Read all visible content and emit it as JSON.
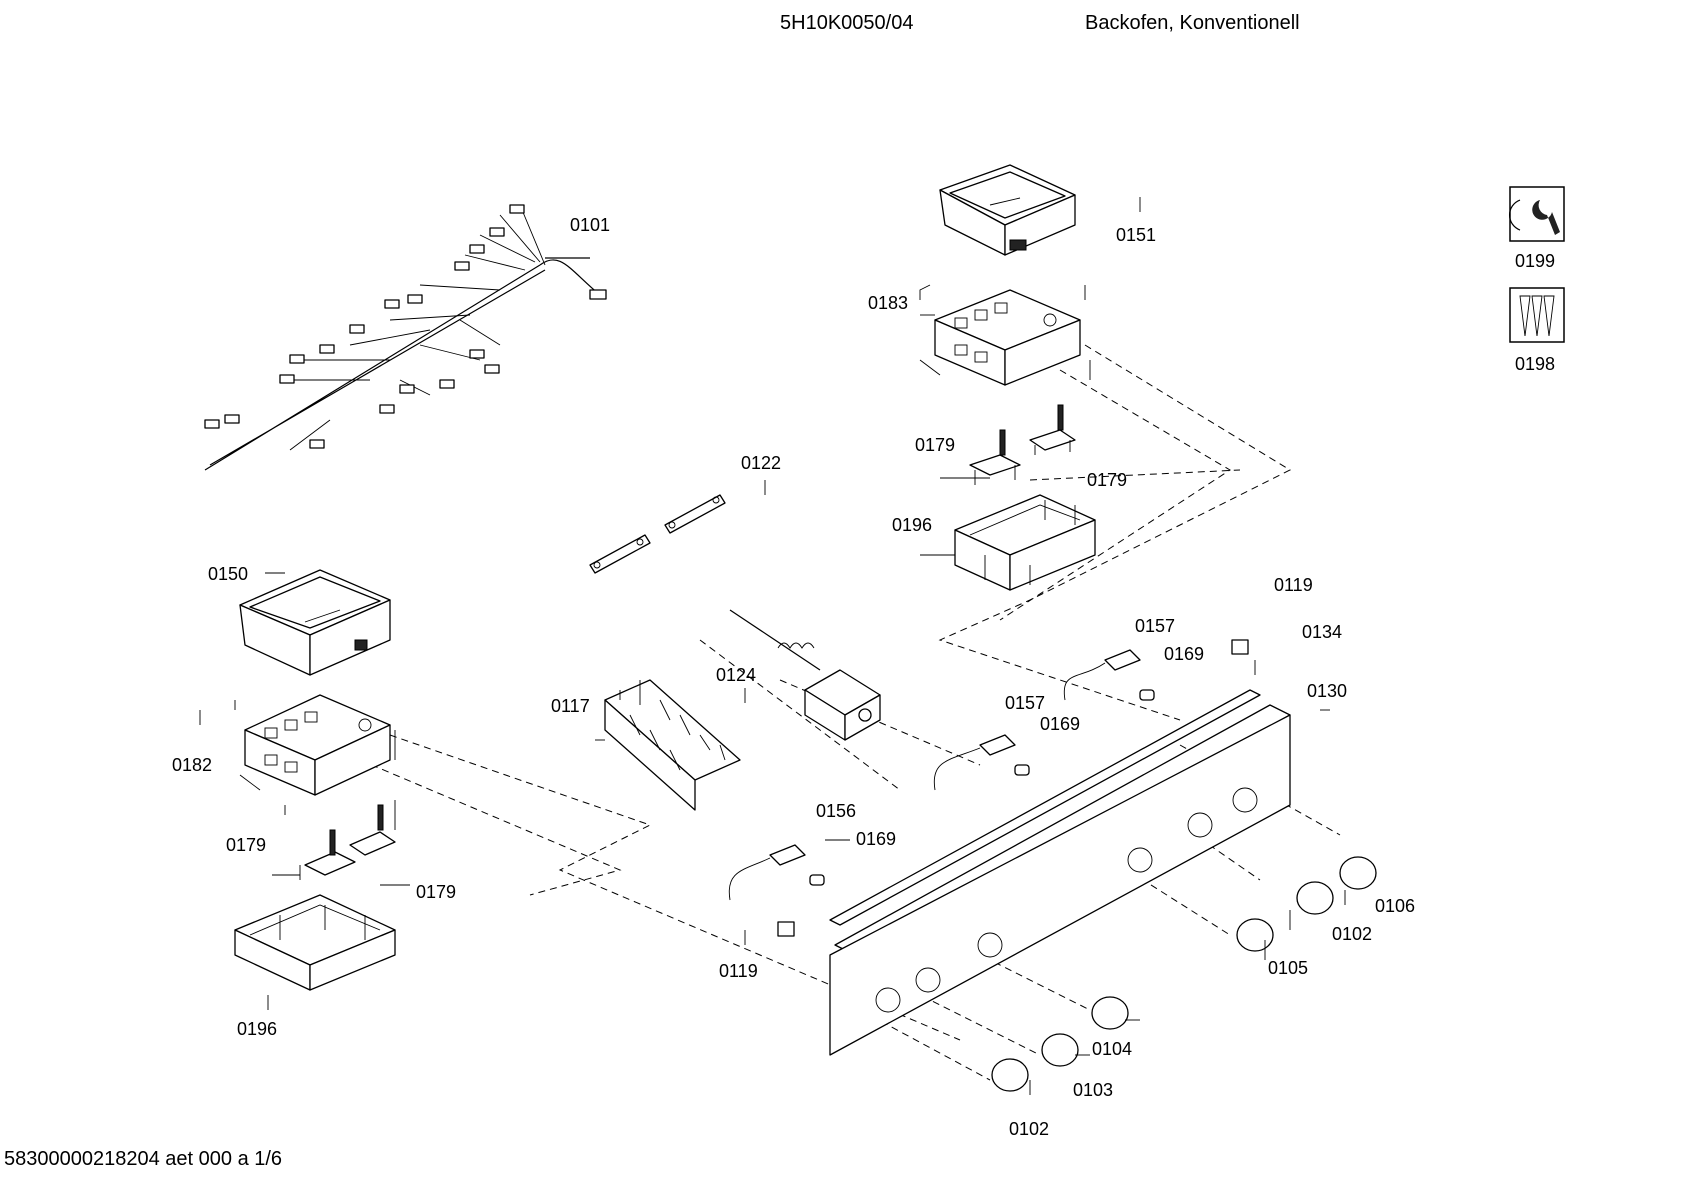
{
  "header": {
    "model": "5H10K0050/04",
    "description": "Backofen, Konventionell"
  },
  "footer": {
    "document_id": "58300000218204 aet 000 a 1/6"
  },
  "labels": [
    "0101",
    "0151",
    "0183",
    "0179",
    "0179",
    "0196",
    "0122",
    "0199",
    "0198",
    "0150",
    "0182",
    "0179",
    "0179",
    "0196",
    "0117",
    "0124",
    "0119",
    "0134",
    "0157",
    "0169",
    "0157",
    "0169",
    "0130",
    "0156",
    "0169",
    "0119",
    "0106",
    "0102",
    "0105",
    "0104",
    "0103",
    "0102"
  ],
  "icons": [
    "wrench-icon",
    "screws-icon"
  ]
}
